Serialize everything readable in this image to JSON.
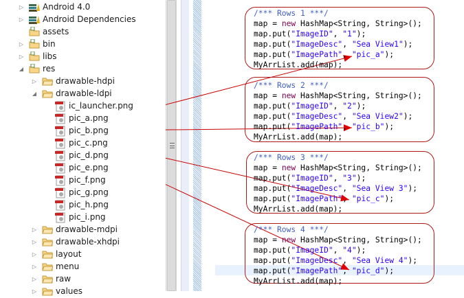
{
  "tree": [
    {
      "label": "Android 4.0",
      "level": 0,
      "twisty": "collapsed",
      "icon": "library-icon"
    },
    {
      "label": "Android Dependencies",
      "level": 0,
      "twisty": "collapsed",
      "icon": "library-icon"
    },
    {
      "label": "assets",
      "level": 0,
      "twisty": "none",
      "icon": "source-folder-icon"
    },
    {
      "label": "bin",
      "level": 0,
      "twisty": "collapsed",
      "icon": "source-folder-icon"
    },
    {
      "label": "libs",
      "level": 0,
      "twisty": "collapsed",
      "icon": "source-folder-icon"
    },
    {
      "label": "res",
      "level": 0,
      "twisty": "expanded",
      "icon": "source-folder-icon"
    },
    {
      "label": "drawable-hdpi",
      "level": 1,
      "twisty": "collapsed",
      "icon": "folder-icon"
    },
    {
      "label": "drawable-ldpi",
      "level": 1,
      "twisty": "expanded",
      "icon": "folder-icon"
    },
    {
      "label": "ic_launcher.png",
      "level": 2,
      "twisty": "none",
      "icon": "image-file-icon"
    },
    {
      "label": "pic_a.png",
      "level": 2,
      "twisty": "none",
      "icon": "image-file-icon"
    },
    {
      "label": "pic_b.png",
      "level": 2,
      "twisty": "none",
      "icon": "image-file-icon"
    },
    {
      "label": "pic_c.png",
      "level": 2,
      "twisty": "none",
      "icon": "image-file-icon"
    },
    {
      "label": "pic_d.png",
      "level": 2,
      "twisty": "none",
      "icon": "image-file-icon"
    },
    {
      "label": "pic_e.png",
      "level": 2,
      "twisty": "none",
      "icon": "image-file-icon"
    },
    {
      "label": "pic_f.png",
      "level": 2,
      "twisty": "none",
      "icon": "image-file-icon"
    },
    {
      "label": "pic_g.png",
      "level": 2,
      "twisty": "none",
      "icon": "image-file-icon"
    },
    {
      "label": "pic_h.png",
      "level": 2,
      "twisty": "none",
      "icon": "image-file-icon"
    },
    {
      "label": "pic_i.png",
      "level": 2,
      "twisty": "none",
      "icon": "image-file-icon"
    },
    {
      "label": "drawable-mdpi",
      "level": 1,
      "twisty": "collapsed",
      "icon": "folder-icon"
    },
    {
      "label": "drawable-xhdpi",
      "level": 1,
      "twisty": "collapsed",
      "icon": "folder-icon"
    },
    {
      "label": "layout",
      "level": 1,
      "twisty": "collapsed",
      "icon": "folder-icon"
    },
    {
      "label": "menu",
      "level": 1,
      "twisty": "collapsed",
      "icon": "folder-icon"
    },
    {
      "label": "raw",
      "level": 1,
      "twisty": "collapsed",
      "icon": "folder-icon"
    },
    {
      "label": "values",
      "level": 1,
      "twisty": "collapsed",
      "icon": "folder-icon"
    }
  ],
  "code_blocks": [
    {
      "comment": "/*** Rows 1 ***/",
      "id": "\"1\"",
      "desc": "\"Sea View1\"",
      "path": "\"pic_a\""
    },
    {
      "comment": "/*** Rows 2 ***/",
      "id": "\"2\"",
      "desc": "\"Sea View2\"",
      "path": "\"pic_b\""
    },
    {
      "comment": "/*** Rows 3 ***/",
      "id": "\"3\"",
      "desc": "\"Sea View 3\"",
      "path": "\"pic_c\""
    },
    {
      "comment": "/*** Rows 4 ***/",
      "id": "\"4\"",
      "desc": "\"Sea View 4\"",
      "path": "\"pic_d\""
    }
  ],
  "code_tokens": {
    "map_assign": "map = ",
    "new_kw": "new",
    "hashmap": " HashMap<String, String>();",
    "put_open": "map.put(",
    "key_id": "\"ImageID\"",
    "key_desc": "\"ImageDesc\"",
    "key_path": "\"ImagePath\"",
    "sep": ", ",
    "close": ");",
    "add": "MyArrList.add(map);"
  },
  "colors": {
    "annotation": "#cc0000",
    "comment": "#3f5fbf",
    "keyword": "#7f0055",
    "string": "#2a00ff"
  }
}
